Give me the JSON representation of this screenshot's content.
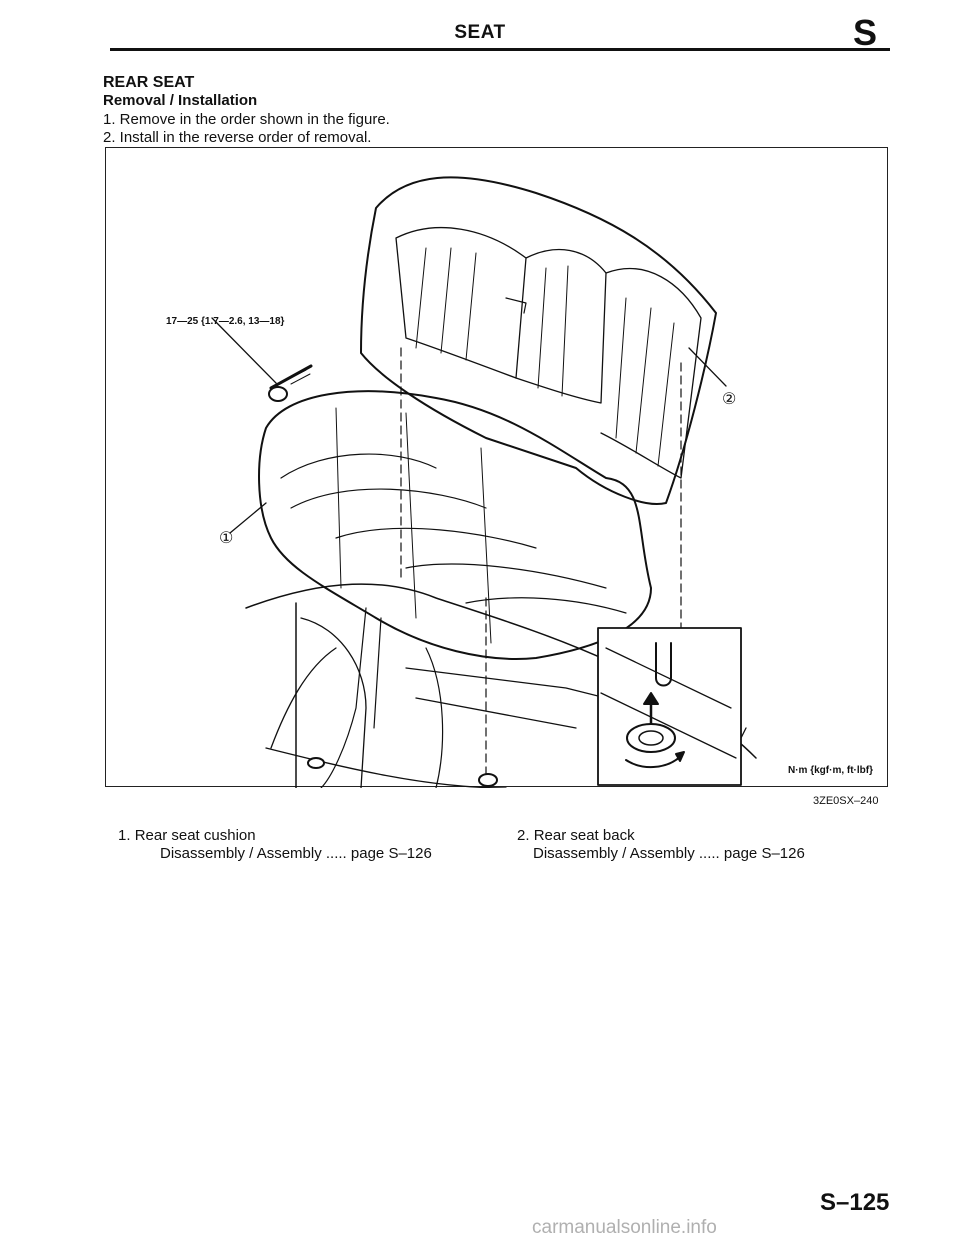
{
  "header": {
    "title": "SEAT",
    "section_letter": "S"
  },
  "section": {
    "title": "REAR SEAT",
    "subtitle": "Removal / Installation",
    "steps": [
      "1. Remove in the order shown in the figure.",
      "2. Install in the reverse order of removal."
    ]
  },
  "figure": {
    "torque_spec": "17—25 {1.7—2.6, 13—18}",
    "unit_legend": "N·m {kgf·m, ft·lbf}",
    "figure_code": "3ZE0SX–240",
    "callouts": [
      "①",
      "②"
    ]
  },
  "parts": [
    {
      "number": "1.",
      "name": "Rear seat cushion",
      "ref_label": "Disassembly / Assembly",
      "ref_page": "page S–126"
    },
    {
      "number": "2.",
      "name": "Rear seat back",
      "ref_label": "Disassembly / Assembly",
      "ref_page": "page S–126"
    }
  ],
  "footer": {
    "page_number": "S–125",
    "watermark": "carmanualsonline.info"
  }
}
